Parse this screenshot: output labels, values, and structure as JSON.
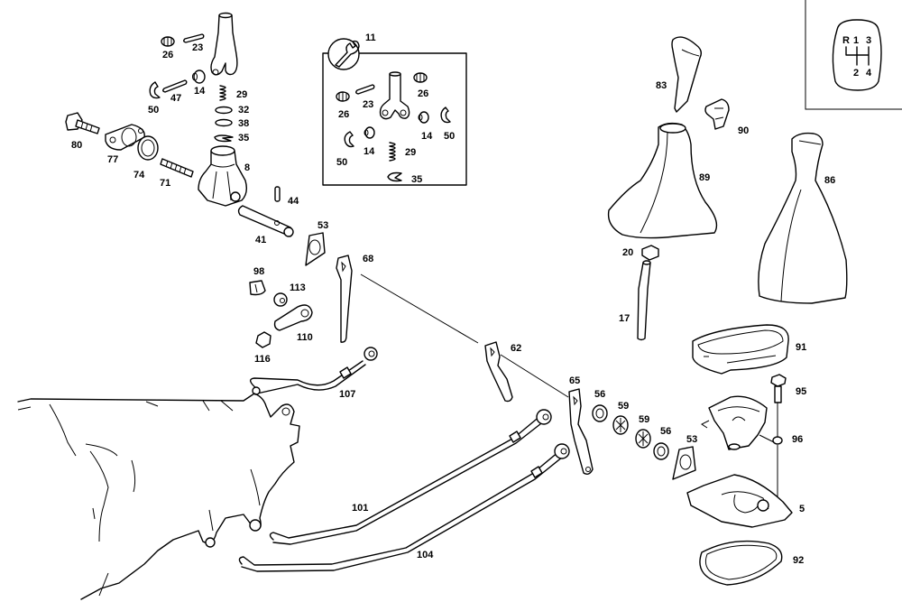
{
  "diagram": {
    "title": "Manual transmission gear shift linkage — exploded parts view",
    "line_color": "#000000",
    "background": "#ffffff"
  },
  "shift_pattern": {
    "top_row": [
      "R",
      "1",
      "3"
    ],
    "bottom_row": [
      "2",
      "4"
    ]
  },
  "repair_kit": {
    "number": "11",
    "icon": "wrench-icon"
  },
  "labels": [
    {
      "id": "l23a",
      "text": "23"
    },
    {
      "id": "l26a",
      "text": "26"
    },
    {
      "id": "l47",
      "text": "47"
    },
    {
      "id": "l14a",
      "text": "14"
    },
    {
      "id": "l29a",
      "text": "29"
    },
    {
      "id": "l50a",
      "text": "50"
    },
    {
      "id": "l32",
      "text": "32"
    },
    {
      "id": "l38",
      "text": "38"
    },
    {
      "id": "l35a",
      "text": "35"
    },
    {
      "id": "l80",
      "text": "80"
    },
    {
      "id": "l77",
      "text": "77"
    },
    {
      "id": "l74",
      "text": "74"
    },
    {
      "id": "l71",
      "text": "71"
    },
    {
      "id": "l8",
      "text": "8"
    },
    {
      "id": "l44",
      "text": "44"
    },
    {
      "id": "l41",
      "text": "41"
    },
    {
      "id": "l53a",
      "text": "53"
    },
    {
      "id": "l68",
      "text": "68"
    },
    {
      "id": "l98",
      "text": "98"
    },
    {
      "id": "l113",
      "text": "113"
    },
    {
      "id": "l110",
      "text": "110"
    },
    {
      "id": "l116",
      "text": "116"
    },
    {
      "id": "l107",
      "text": "107"
    },
    {
      "id": "l62",
      "text": "62"
    },
    {
      "id": "l65",
      "text": "65"
    },
    {
      "id": "l56a",
      "text": "56"
    },
    {
      "id": "l59a",
      "text": "59"
    },
    {
      "id": "l59b",
      "text": "59"
    },
    {
      "id": "l56b",
      "text": "56"
    },
    {
      "id": "l53b",
      "text": "53"
    },
    {
      "id": "l101",
      "text": "101"
    },
    {
      "id": "l104",
      "text": "104"
    },
    {
      "id": "l11",
      "text": "11"
    },
    {
      "id": "l23b",
      "text": "23"
    },
    {
      "id": "l26b",
      "text": "26"
    },
    {
      "id": "l26c",
      "text": "26"
    },
    {
      "id": "l14b",
      "text": "14"
    },
    {
      "id": "l14c",
      "text": "14"
    },
    {
      "id": "l50b",
      "text": "50"
    },
    {
      "id": "l50c",
      "text": "50"
    },
    {
      "id": "l29b",
      "text": "29"
    },
    {
      "id": "l35b",
      "text": "35"
    },
    {
      "id": "l83",
      "text": "83"
    },
    {
      "id": "l90",
      "text": "90"
    },
    {
      "id": "l89",
      "text": "89"
    },
    {
      "id": "l86",
      "text": "86"
    },
    {
      "id": "l20",
      "text": "20"
    },
    {
      "id": "l17",
      "text": "17"
    },
    {
      "id": "l91",
      "text": "91"
    },
    {
      "id": "l95",
      "text": "95"
    },
    {
      "id": "l96",
      "text": "96"
    },
    {
      "id": "l5",
      "text": "5"
    },
    {
      "id": "l92",
      "text": "92"
    }
  ]
}
